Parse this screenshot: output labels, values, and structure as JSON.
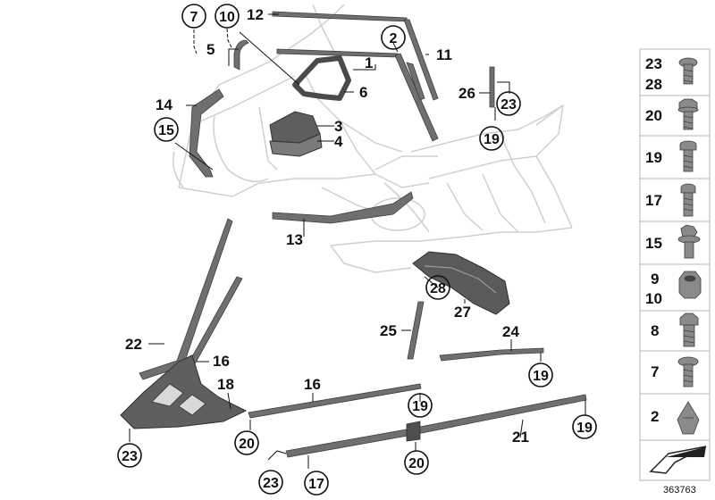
{
  "diagram": {
    "reference_number": "363763",
    "callouts": {
      "c1": "1",
      "c2": "2",
      "c3": "3",
      "c4": "4",
      "c5": "5",
      "c6": "6",
      "c7": "7",
      "c10": "10",
      "c11": "11",
      "c12": "12",
      "c13": "13",
      "c14": "14",
      "c15": "15",
      "c16a": "16",
      "c16b": "16",
      "c17": "17",
      "c18": "18",
      "c19a": "19",
      "c19b": "19",
      "c19c": "19",
      "c19d": "19",
      "c20a": "20",
      "c20b": "20",
      "c21": "21",
      "c22": "22",
      "c23a": "23",
      "c23b": "23",
      "c23c": "23",
      "c24": "24",
      "c25": "25",
      "c26": "26",
      "c27": "27",
      "c28": "28"
    },
    "fastener_legend": [
      {
        "labels": [
          "23",
          "28"
        ],
        "icon": "torx-screw-flange-icon"
      },
      {
        "labels": [
          "20"
        ],
        "icon": "hex-bolt-collar-icon"
      },
      {
        "labels": [
          "19"
        ],
        "icon": "torx-screw-icon"
      },
      {
        "labels": [
          "17"
        ],
        "icon": "torx-screw-long-icon"
      },
      {
        "labels": [
          "15"
        ],
        "icon": "hex-bolt-washer-icon"
      },
      {
        "labels": [
          "9",
          "10"
        ],
        "icon": "hex-nut-icon"
      },
      {
        "labels": [
          "8"
        ],
        "icon": "hex-bolt-icon"
      },
      {
        "labels": [
          "7"
        ],
        "icon": "torx-screw-flange-icon"
      },
      {
        "labels": [
          "2"
        ],
        "icon": "clip-nut-icon"
      },
      {
        "labels": [],
        "icon": "arrow-icon"
      }
    ],
    "colors": {
      "part_fill": "#6f6f6f",
      "part_dark": "#3e3e3e",
      "body_outline": "#cfcfcf",
      "legend_bg": "#e6e6e6",
      "legend_border": "#b5b5b5"
    }
  }
}
